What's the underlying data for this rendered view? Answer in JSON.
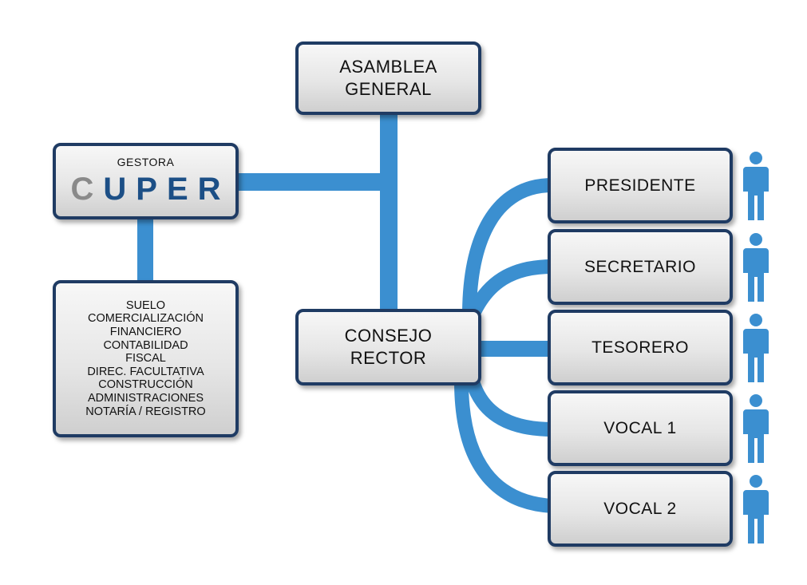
{
  "colors": {
    "connector": "#3b8fd0",
    "box_border": "#1f3b63",
    "person": "#3b8fd0",
    "cuper_c": "#8a8a8a",
    "cuper_rest": "#1c4f86"
  },
  "asamblea": {
    "line1": "ASAMBLEA",
    "line2": "GENERAL"
  },
  "gestora": {
    "label": "GESTORA",
    "logo_c": "C",
    "logo_rest": "UPER"
  },
  "services": [
    "SUELO",
    "COMERCIALIZACIÓN",
    "FINANCIERO",
    "CONTABILIDAD",
    "FISCAL",
    "DIREC. FACULTATIVA",
    "CONSTRUCCIÓN",
    "ADMINISTRACIONES",
    "NOTARÍA / REGISTRO"
  ],
  "consejo": {
    "line1": "CONSEJO",
    "line2": "RECTOR"
  },
  "roles": [
    "PRESIDENTE",
    "SECRETARIO",
    "TESORERO",
    "VOCAL 1",
    "VOCAL 2"
  ],
  "person_icon": "person-icon"
}
